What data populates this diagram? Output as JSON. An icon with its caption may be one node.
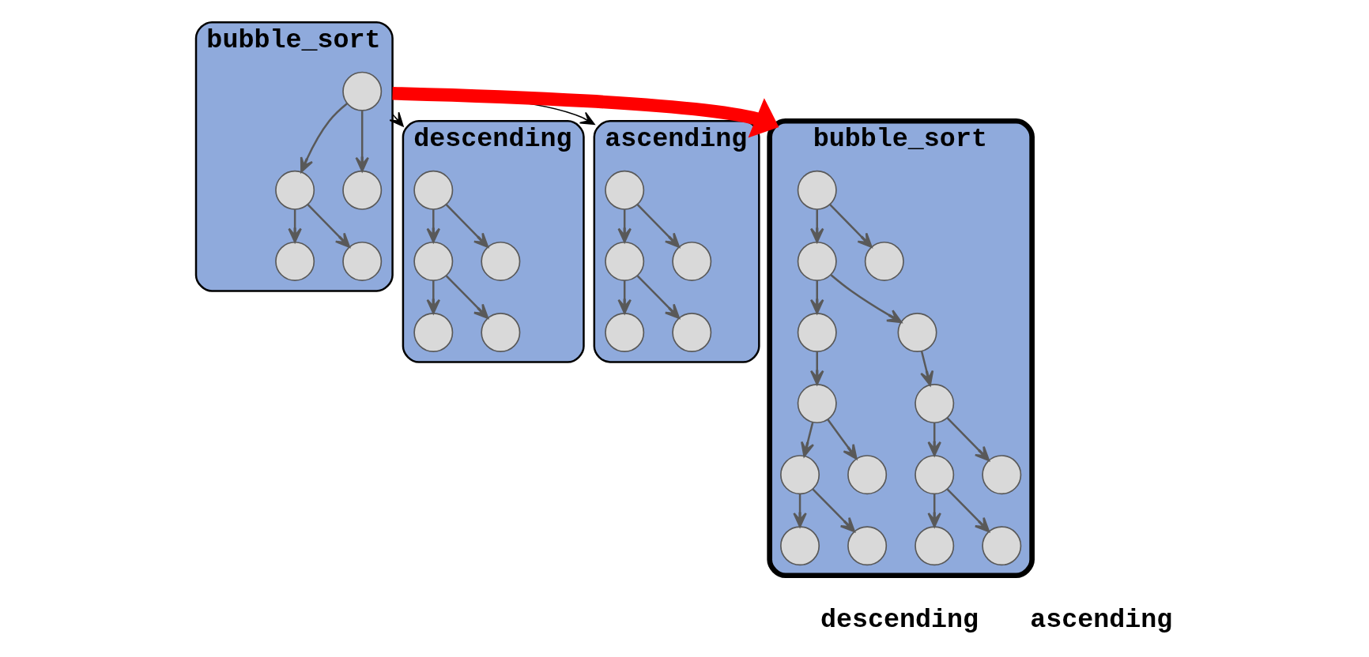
{
  "diagram": {
    "nodes": [
      {
        "text": [
          "bubble_sort"
        ]
      },
      {
        "text": [],
        "shape": "circle",
        "in": 0
      },
      {
        "text": [],
        "shape": "circle",
        "in": 0
      },
      {
        "text": [],
        "shape": "circle",
        "in": 0
      },
      {
        "text": [],
        "shape": "circle",
        "in": 0
      },
      {
        "text": [],
        "shape": "circle",
        "in": 0
      },
      {
        "text": [
          "descending"
        ]
      },
      {
        "text": [],
        "shape": "circle",
        "in": 6
      },
      {
        "text": [],
        "shape": "circle",
        "in": 6
      },
      {
        "text": [],
        "shape": "circle",
        "in": 6
      },
      {
        "text": [],
        "shape": "circle",
        "in": 6
      },
      {
        "text": [],
        "shape": "circle",
        "in": 6
      },
      {
        "text": [
          "ascending"
        ]
      },
      {
        "text": [],
        "shape": "circle",
        "in": 12
      },
      {
        "text": [],
        "shape": "circle",
        "in": 12
      },
      {
        "text": [],
        "shape": "circle",
        "in": 12
      },
      {
        "text": [],
        "shape": "circle",
        "in": 12
      },
      {
        "text": [],
        "shape": "circle",
        "in": 12
      },
      {
        "text": [
          "bubble_sort"
        ]
      },
      {
        "text": [],
        "shape": "circle",
        "in": 18
      },
      {
        "text": [],
        "shape": "circle",
        "in": 18
      },
      {
        "text": [],
        "shape": "circle",
        "in": 18
      },
      {
        "text": [],
        "shape": "circle",
        "in": 18
      },
      {
        "text": [],
        "shape": "circle",
        "in": 18
      },
      {
        "text": [],
        "shape": "circle",
        "in": 18
      },
      {
        "text": [],
        "shape": "circle",
        "in": 18
      },
      {
        "text": [],
        "shape": "circle",
        "in": 18
      },
      {
        "text": [],
        "shape": "circle",
        "in": 18
      },
      {
        "text": [],
        "shape": "circle",
        "in": 18
      },
      {
        "text": [],
        "shape": "circle",
        "in": 18
      },
      {
        "text": [],
        "shape": "circle",
        "in": 18
      },
      {
        "text": [],
        "shape": "circle",
        "in": 18
      },
      {
        "text": [],
        "shape": "circle",
        "in": 18
      },
      {
        "text": [],
        "shape": "circle",
        "in": 18
      }
    ],
    "edges": [
      {
        "from": 1,
        "to": 2,
        "arrow": "to"
      },
      {
        "from": 1,
        "to": 3,
        "arrow": "to"
      },
      {
        "from": 2,
        "to": 4,
        "arrow": "to"
      },
      {
        "from": 2,
        "to": 5,
        "arrow": "to"
      },
      {
        "from": 0,
        "to": 6,
        "arrow": "to",
        "color": "#000000"
      },
      {
        "from": 0,
        "to": 12,
        "arrow": "to",
        "color": "#000000"
      },
      {
        "from": 7,
        "to": 8,
        "arrow": "to"
      },
      {
        "from": 7,
        "to": 9,
        "arrow": "to"
      },
      {
        "from": 8,
        "to": 10,
        "arrow": "to"
      },
      {
        "from": 8,
        "to": 11,
        "arrow": "to"
      },
      {
        "from": 13,
        "to": 14,
        "arrow": "to"
      },
      {
        "from": 13,
        "to": 15,
        "arrow": "to"
      },
      {
        "from": 14,
        "to": 16,
        "arrow": "to"
      },
      {
        "from": 14,
        "to": 17,
        "arrow": "to"
      },
      {
        "from": 0,
        "to": 18,
        "arrow": "to",
        "style": "thick",
        "color": "#ff0000"
      },
      {
        "from": 19,
        "to": 20,
        "arrow": "to"
      },
      {
        "from": 19,
        "to": 21,
        "arrow": "to"
      },
      {
        "from": 20,
        "to": 22,
        "arrow": "to"
      },
      {
        "from": 20,
        "to": 23,
        "arrow": "to"
      },
      {
        "from": 22,
        "to": 24,
        "arrow": "to"
      },
      {
        "from": 23,
        "to": 29,
        "arrow": "to"
      },
      {
        "from": 24,
        "to": 25,
        "arrow": "to"
      },
      {
        "from": 24,
        "to": 26,
        "arrow": "to"
      },
      {
        "from": 25,
        "to": 27,
        "arrow": "to"
      },
      {
        "from": 25,
        "to": 28,
        "arrow": "to"
      },
      {
        "from": 29,
        "to": 30,
        "arrow": "to"
      },
      {
        "from": 29,
        "to": 31,
        "arrow": "to"
      },
      {
        "from": 30,
        "to": 32,
        "arrow": "to"
      },
      {
        "from": 30,
        "to": 33,
        "arrow": "to"
      }
    ],
    "labels": [
      "descending",
      "ascending"
    ]
  }
}
